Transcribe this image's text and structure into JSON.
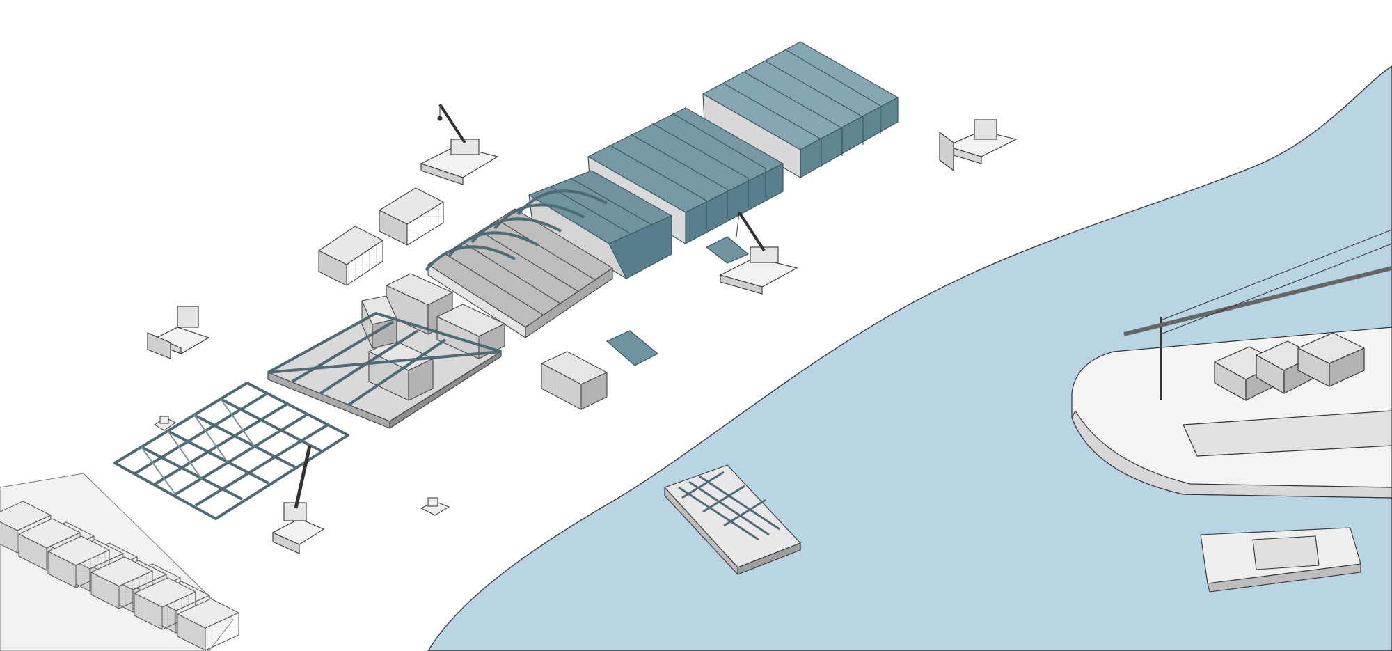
{
  "colors": {
    "water": "#b9d5e4",
    "roof": "#6f939f",
    "roof_dark": "#4f7480",
    "roof_light": "#86a7b2",
    "frame": "#4e6a75",
    "wall": "#c7c7c7",
    "wall_light": "#e2e2e2",
    "wall_dark": "#a9a9a9",
    "line": "#555555",
    "ground": "#ffffff"
  },
  "scene": {
    "roof_bays_complete": 5,
    "roof_bays_partial": 5,
    "stacked_containers": 12
  }
}
